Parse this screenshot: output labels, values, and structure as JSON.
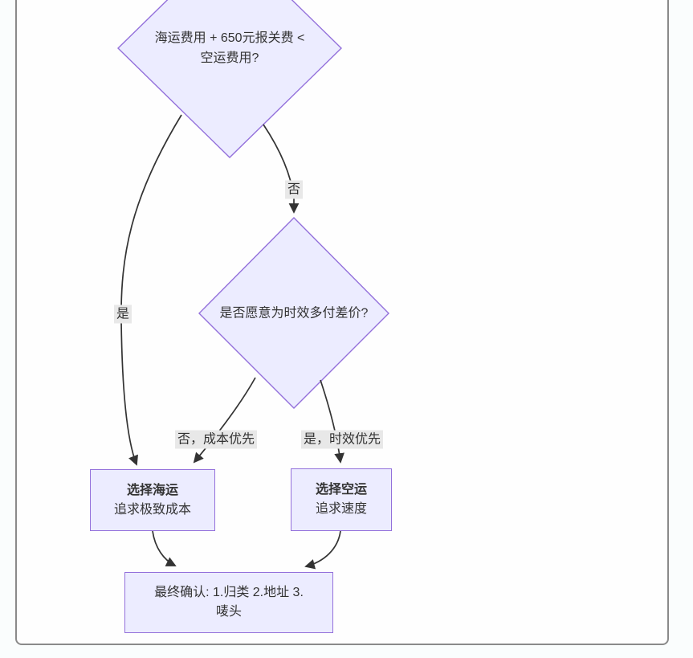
{
  "diagram": {
    "type": "flowchart",
    "nodes": {
      "decision_cost": {
        "line1": "海运费用 + 650元报关费 <",
        "line2": "空运费用?"
      },
      "decision_premium": {
        "label": "是否愿意为时效多付差价?"
      },
      "sea": {
        "title": "选择海运",
        "subtitle": "追求极致成本"
      },
      "air": {
        "title": "选择空运",
        "subtitle": "追求速度"
      },
      "final": {
        "line1": "最终确认: 1.归类 2.地址 3.",
        "line2": "唛头"
      }
    },
    "edge_labels": {
      "yes": "是",
      "no": "否",
      "no_cost_first": "否，成本优先",
      "yes_speed_first": "是，时效优先"
    },
    "colors": {
      "node_fill": "#ECECFF",
      "node_border": "#9370DB",
      "edge_line": "#333333",
      "edge_label_bg": "#e8e8e8",
      "text": "#333333",
      "frame_border": "#8a8a8a",
      "page_bg": "#fafdfd",
      "canvas_bg": "#fefefe"
    }
  }
}
